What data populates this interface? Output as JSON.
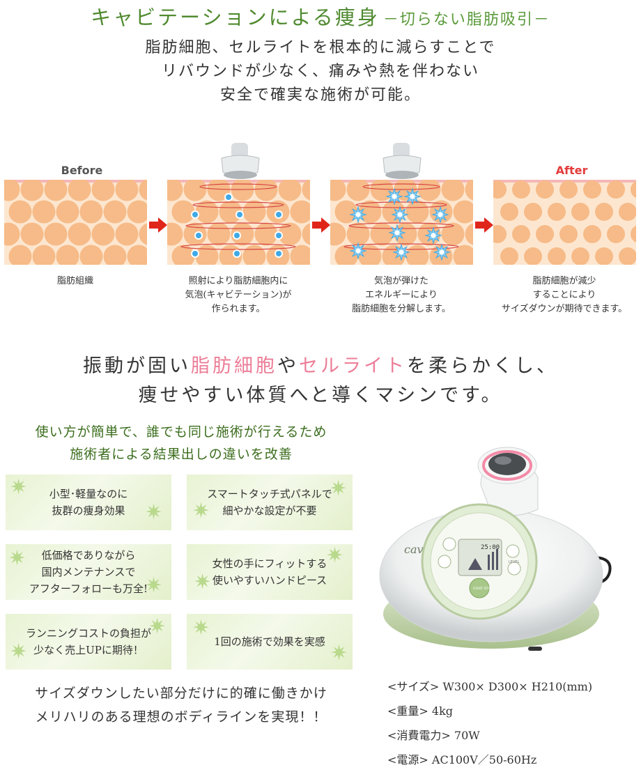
{
  "header": {
    "title": "キャビテーションによる痩身",
    "subtitle": "－切らない脂肪吸引－",
    "intro": [
      "脂肪細胞、セルライトを根本的に減らすことで",
      "リバウンドが少なく、痛みや熱を伴わない",
      "安全で確実な施術が可能。"
    ]
  },
  "process": {
    "before_label": "Before",
    "after_label": "After",
    "captions": [
      [
        "脂肪組織"
      ],
      [
        "照射により脂肪細胞内に",
        "気泡(キャビテーション)が",
        "作られます。"
      ],
      [
        "気泡が弾けた",
        "エネルギーにより",
        "脂肪細胞を分解します。"
      ],
      [
        "脂肪細胞が減少",
        "することにより",
        "サイズダウンが期待できます。"
      ]
    ]
  },
  "tagline": {
    "part1": "振動が固い",
    "highlight1": "脂肪細胞",
    "part2": "や",
    "highlight2": "セルライト",
    "part3": "を柔らかくし、",
    "line2": "痩せやすい体質へと導くマシンです。"
  },
  "easy_use": [
    "使い方が簡単で、誰でも同じ施術が行えるため",
    "施術者による結果出しの違いを改善"
  ],
  "features": [
    [
      "小型･軽量なのに",
      "抜群の痩身効果"
    ],
    [
      "スマートタッチ式パネルで",
      "細やかな設定が不要"
    ],
    [
      "低価格でありながら",
      "国内メンテナンスで",
      "アフターフォローも万全!"
    ],
    [
      "女性の手にフィットする",
      "使いやすいハンドピース"
    ],
    [
      "ランニングコストの負担が",
      "少なく売上UPに期待！"
    ],
    [
      "1回の施術で効果を実感"
    ]
  ],
  "bottom_text": [
    "サイズダウンしたい部分だけに的確に働きかけ",
    "メリハリのある理想のボディラインを実現！！"
  ],
  "device": {
    "brand": "caviPot",
    "display_time": "25:00",
    "level_label": "LEVEL",
    "start_label": "START STOP"
  },
  "specs": [
    "<サイズ> W300× D300× H210(mm)",
    "<重量> 4kg",
    "<消費電力> 70W",
    "<電源> AC100V／50-60Hz"
  ],
  "colors": {
    "title_green": "#4f8a2f",
    "highlight_pink": "#ec7d97",
    "fat_cell": "#f6bb88",
    "fat_bg": "#fde6cf",
    "arrow_red": "#e0261b",
    "bubble_blue": "#3fa9e6",
    "after_red": "#e23b3b"
  }
}
